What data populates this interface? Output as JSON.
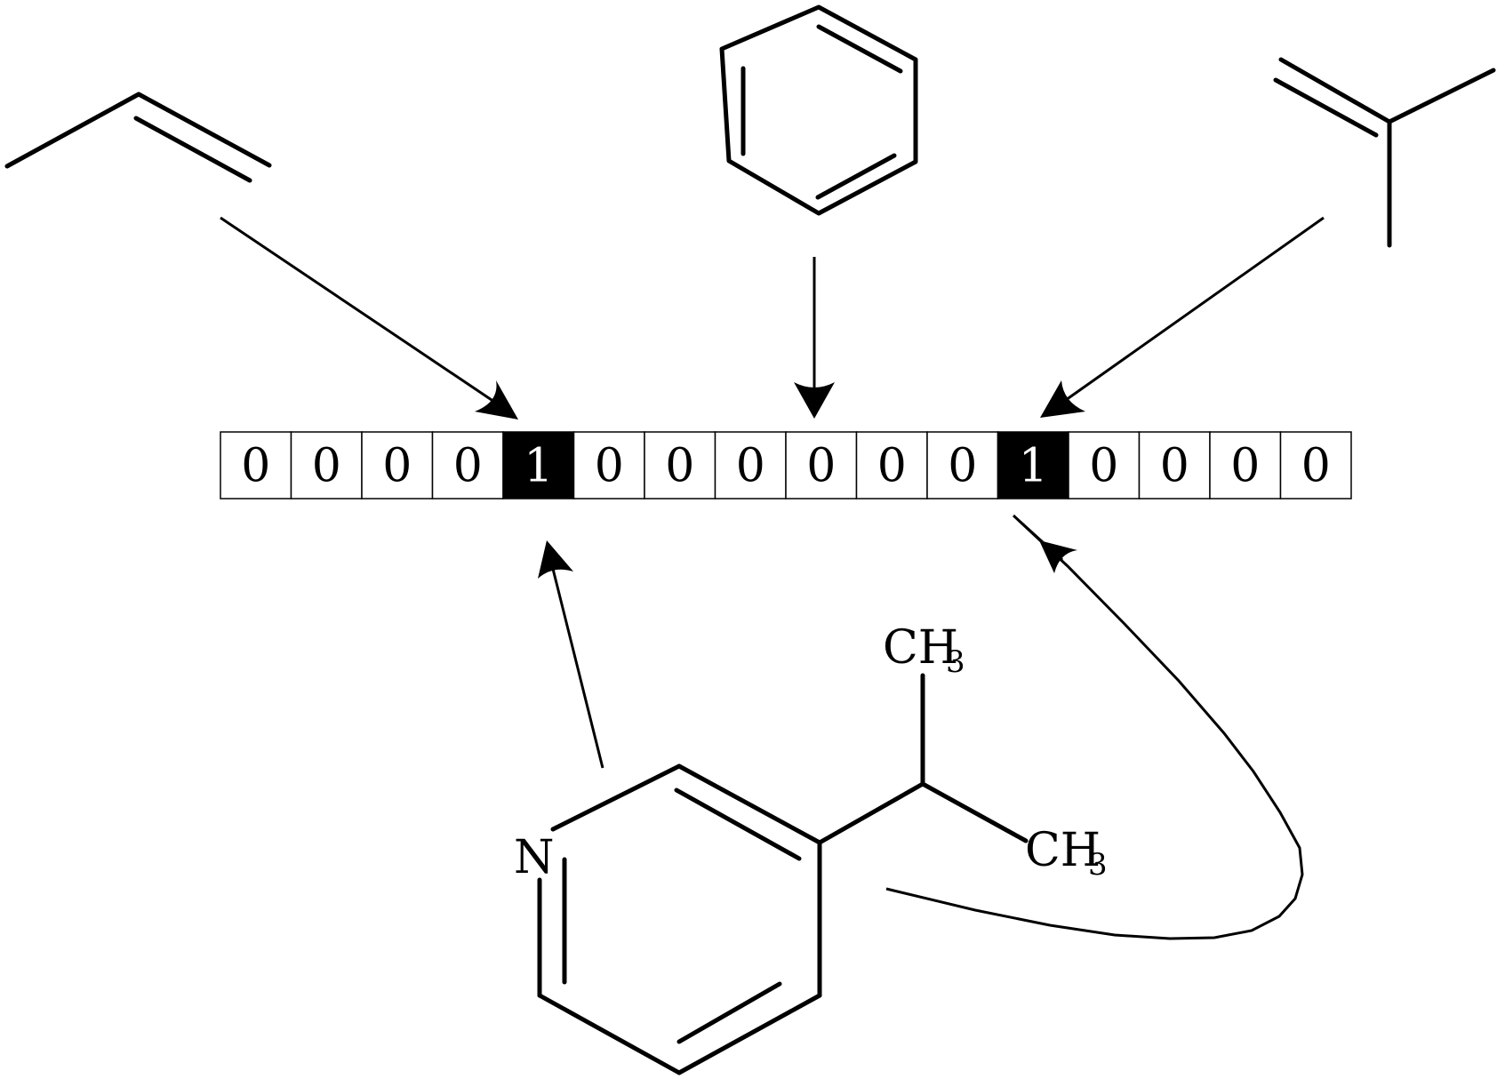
{
  "fingerprint": {
    "bits": [
      "0",
      "0",
      "0",
      "0",
      "1",
      "0",
      "0",
      "0",
      "0",
      "0",
      "0",
      "1",
      "0",
      "0",
      "0",
      "0"
    ],
    "on_fill": "#000000",
    "off_fill": "#ffffff",
    "on_text": "#ffffff",
    "off_text": "#000000"
  },
  "molecule": {
    "nitrogen": "N",
    "methyl_top": {
      "main": "CH",
      "sub": "3"
    },
    "methyl_right": {
      "main": "CH",
      "sub": "3"
    }
  },
  "colors": {
    "stroke": "#000000",
    "background": "#ffffff"
  }
}
